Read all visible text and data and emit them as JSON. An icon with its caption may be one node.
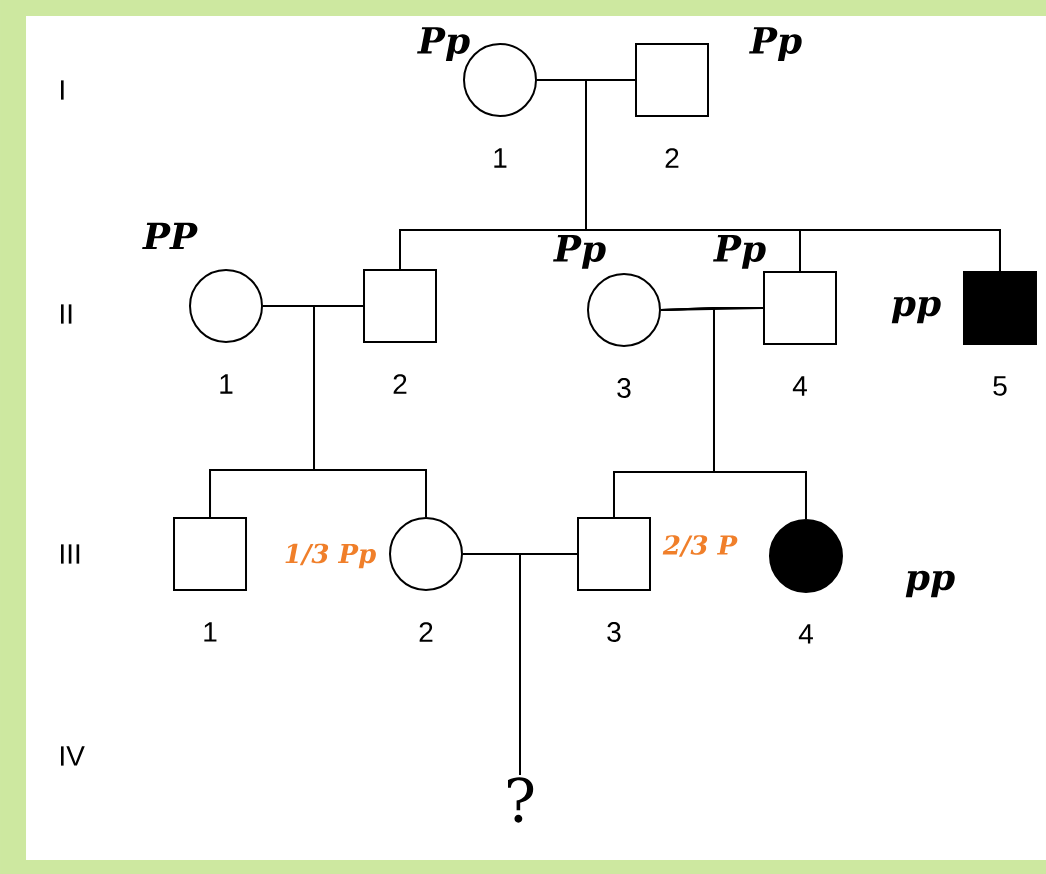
{
  "diagram": {
    "nodes": [
      {
        "text": [
          "1"
        ],
        "beside": [
          "Pp"
        ]
      },
      {
        "text": [
          "2"
        ],
        "beside": [
          "Pp"
        ]
      },
      {
        "text": [
          "1"
        ],
        "beside": [
          "PP"
        ]
      },
      {
        "text": [
          "2"
        ]
      },
      {
        "text": [
          "3"
        ],
        "beside": [
          "Pp"
        ]
      },
      {
        "text": [
          "4"
        ],
        "beside": [
          "Pp"
        ]
      },
      {
        "text": [
          "5"
        ],
        "beside": [
          "pp"
        ]
      },
      {
        "text": [
          "1"
        ]
      },
      {
        "text": [
          "2"
        ],
        "beside": [
          "1/3 Pp"
        ]
      },
      {
        "text": [
          "3"
        ],
        "beside": [
          "2/3 P"
        ]
      },
      {
        "text": [
          "4"
        ],
        "beside": [
          "pp"
        ]
      },
      {
        "text": [
          "?"
        ]
      }
    ],
    "edges": [
      {
        "from": 0,
        "to": 1,
        "arrow": "none"
      },
      {
        "from": 0,
        "to": 3,
        "arrow": "none"
      },
      {
        "from": 0,
        "to": 5,
        "arrow": "none"
      },
      {
        "from": 0,
        "to": 6,
        "arrow": "none"
      },
      {
        "from": 1,
        "to": 3,
        "arrow": "none"
      },
      {
        "from": 1,
        "to": 5,
        "arrow": "none"
      },
      {
        "from": 1,
        "to": 6,
        "arrow": "none"
      },
      {
        "from": 2,
        "to": 3,
        "arrow": "none"
      },
      {
        "from": 2,
        "to": 7,
        "arrow": "none"
      },
      {
        "from": 2,
        "to": 8,
        "arrow": "none"
      },
      {
        "from": 3,
        "to": 7,
        "arrow": "none"
      },
      {
        "from": 3,
        "to": 8,
        "arrow": "none"
      },
      {
        "from": 4,
        "to": 5,
        "arrow": "none"
      },
      {
        "from": 4,
        "to": 9,
        "arrow": "none"
      },
      {
        "from": 4,
        "to": 10,
        "arrow": "none"
      },
      {
        "from": 5,
        "to": 9,
        "arrow": "none"
      },
      {
        "from": 5,
        "to": 10,
        "arrow": "none"
      },
      {
        "from": 8,
        "to": 9,
        "arrow": "none"
      },
      {
        "from": 8,
        "to": 11,
        "arrow": "none"
      },
      {
        "from": 9,
        "to": 11,
        "arrow": "none"
      }
    ],
    "labels": [
      "I",
      "II",
      "III",
      "IV"
    ]
  }
}
